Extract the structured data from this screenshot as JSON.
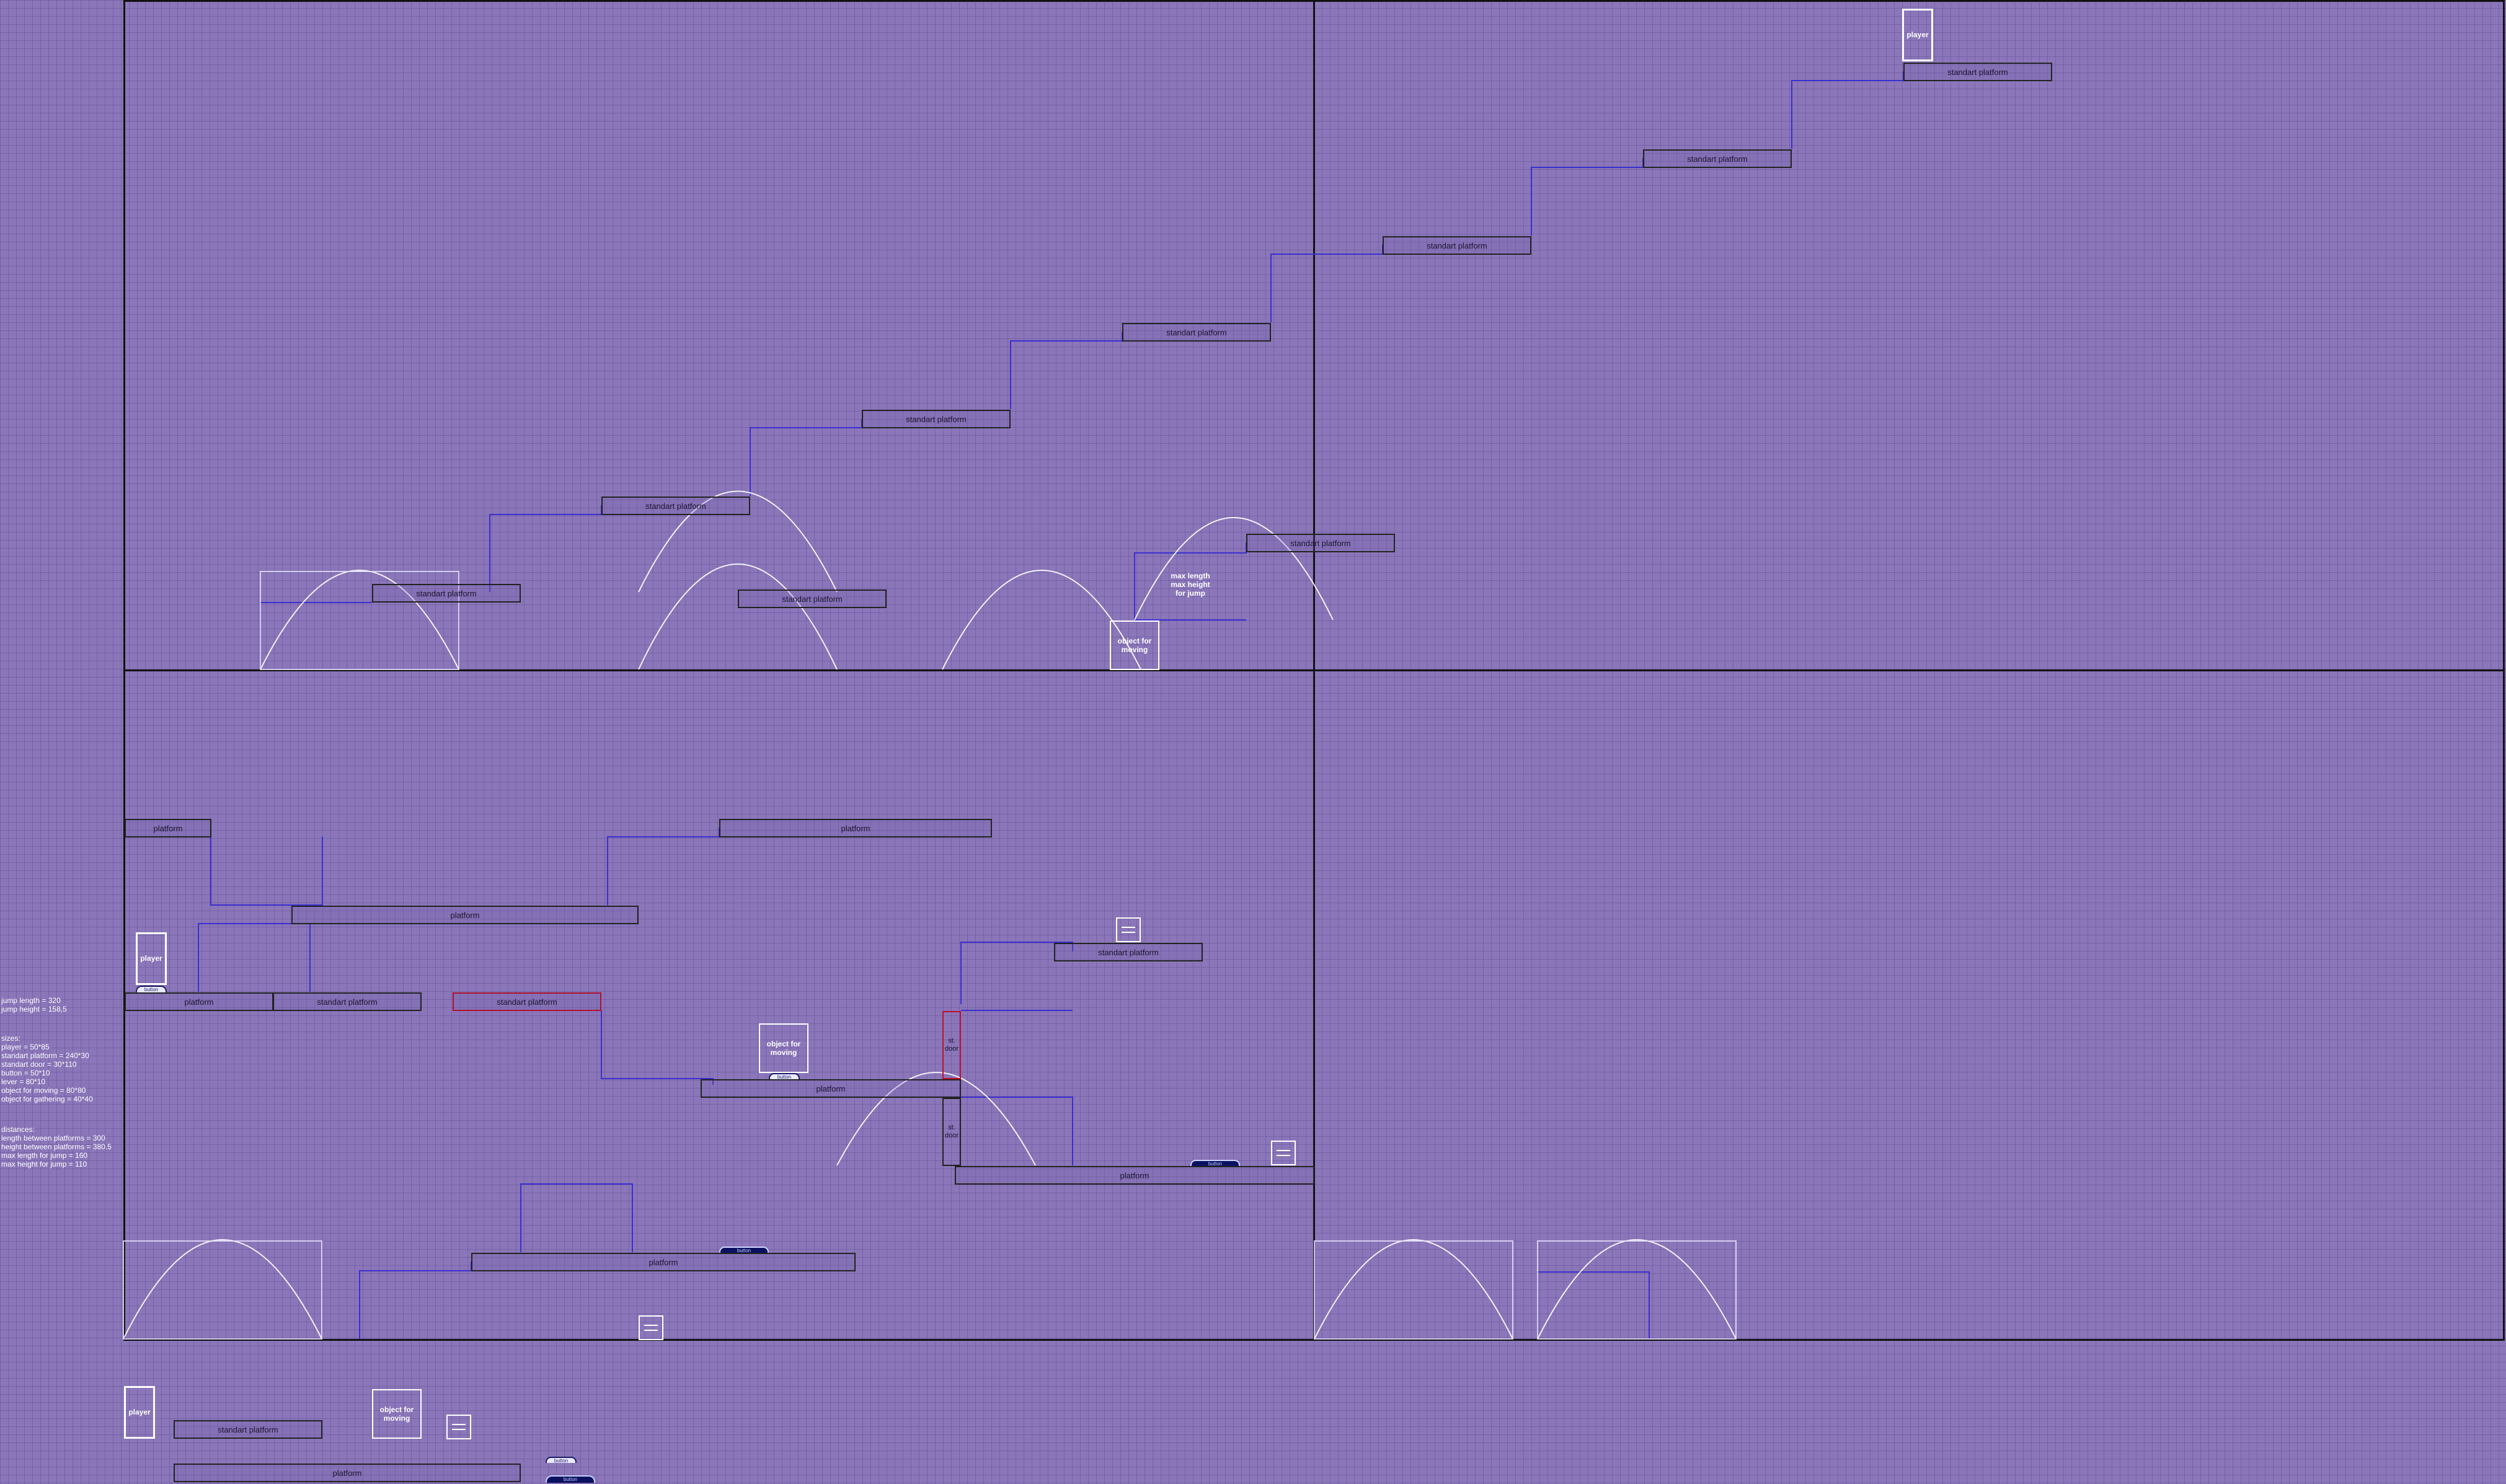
{
  "labels": {
    "standart_platform": "standart platform",
    "platform": "platform",
    "player": "player",
    "object_for_moving": "object for moving",
    "st_door": "st. door",
    "button": "button",
    "max_info": "max length max height for jump"
  },
  "notes": {
    "jump_length": "jump length = 320",
    "jump_height": "jump height = 158,5",
    "sizes_title": "sizes:",
    "size_player": "player = 50*85",
    "size_platform": "standart platform = 240*30",
    "size_door": "standart door = 30*110",
    "size_button": "button = 50*10",
    "size_lever": "lever = 80*10",
    "size_object": "object for moving = 80*80",
    "size_gathering": "object for gathering = 40*40",
    "distances_title": "distances:",
    "dist_length": "length between platforms = 300",
    "dist_height": "height between platforms = 380.5",
    "dist_max_length": "max length for jump = 160",
    "dist_max_height": "max height for jump = 110"
  },
  "colors": {
    "background": "#8a76b8",
    "frame": "#111111",
    "path": "#3a2fd0",
    "arc": "#ffffff",
    "highlight": "#c0102a",
    "button": "#0a1260"
  }
}
